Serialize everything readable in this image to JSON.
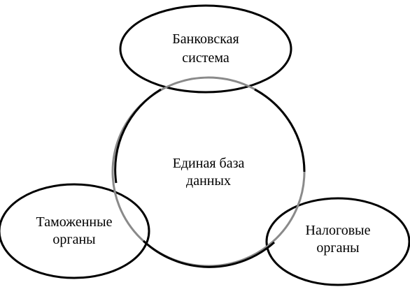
{
  "diagram": {
    "nodes": {
      "center": {
        "line1": "Единая база",
        "line2": "данных"
      },
      "top": {
        "line1": "Банковская",
        "line2": "система"
      },
      "left": {
        "line1": "Таможенные",
        "line2": "органы"
      },
      "right": {
        "line1": "Налоговые",
        "line2": "органы"
      }
    },
    "colors": {
      "outline": "#000000",
      "center_outline": "#8a8a8a",
      "background": "#ffffff"
    }
  }
}
